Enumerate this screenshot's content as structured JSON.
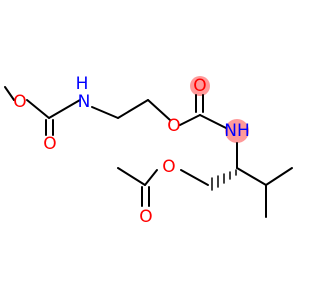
{
  "molecule": {
    "highlight_color": "#ff9a9a",
    "colors": {
      "O": "#ff0000",
      "N": "#0000ff",
      "C": "#000000",
      "bond": "#000000"
    },
    "atoms": [
      {
        "id": "O1",
        "label": "O",
        "element": "O"
      },
      {
        "id": "N1",
        "label": "H",
        "element": "N"
      },
      {
        "id": "N1b",
        "label": "N",
        "element": "N"
      },
      {
        "id": "O2",
        "label": "O",
        "element": "O"
      },
      {
        "id": "O3",
        "label": "O",
        "element": "O"
      },
      {
        "id": "O4",
        "label": "O",
        "element": "O"
      },
      {
        "id": "N2",
        "label": "NH",
        "element": "N"
      },
      {
        "id": "O5",
        "label": "O",
        "element": "O"
      },
      {
        "id": "O6",
        "label": "O",
        "element": "O"
      }
    ]
  }
}
